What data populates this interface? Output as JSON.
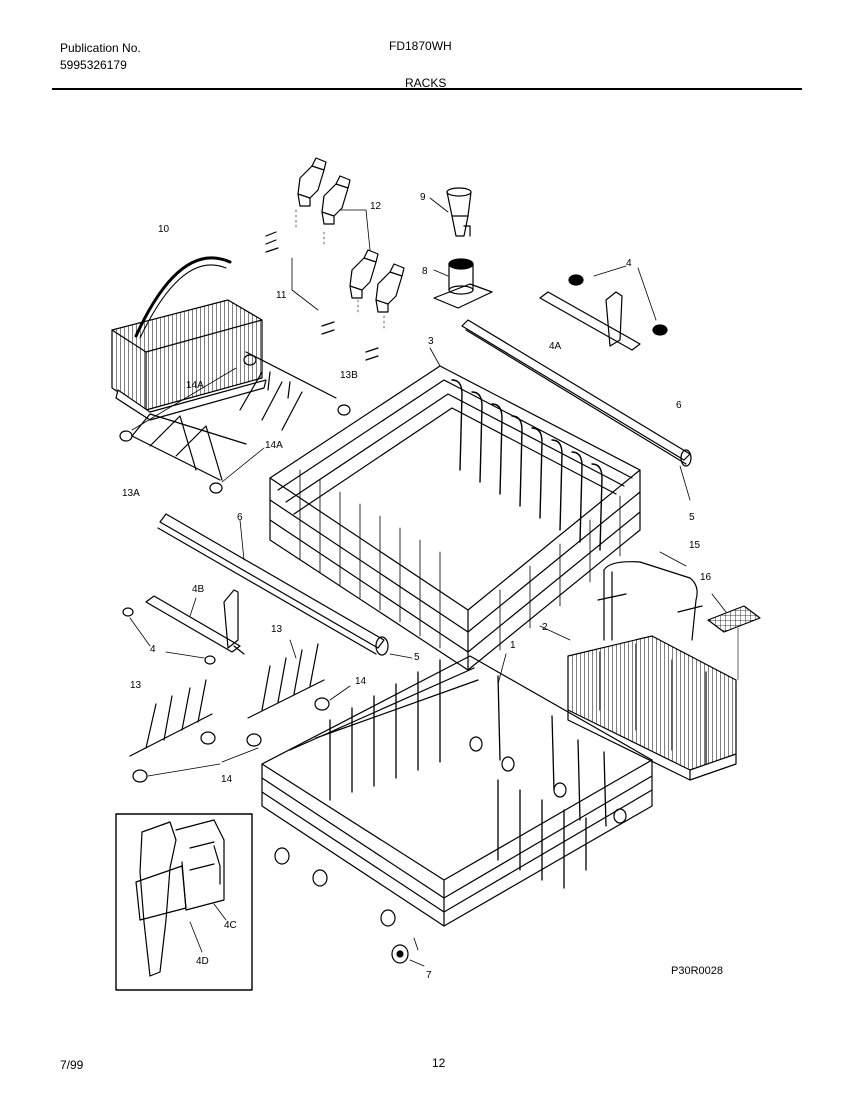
{
  "header": {
    "publication_label": "Publication No.",
    "publication_number": "5995326179",
    "model": "FD1870WH",
    "section": "RACKS"
  },
  "footer": {
    "date": "7/99",
    "page": "12",
    "drawing_code": "P30R0028"
  },
  "callouts": [
    "10",
    "12",
    "9",
    "11",
    "8",
    "4",
    "4A",
    "3",
    "13B",
    "14A",
    "6",
    "14A",
    "13A",
    "5",
    "6",
    "15",
    "16",
    "4B",
    "2",
    "4",
    "13",
    "1",
    "5",
    "13",
    "14",
    "14",
    "4C",
    "4D",
    "7"
  ]
}
